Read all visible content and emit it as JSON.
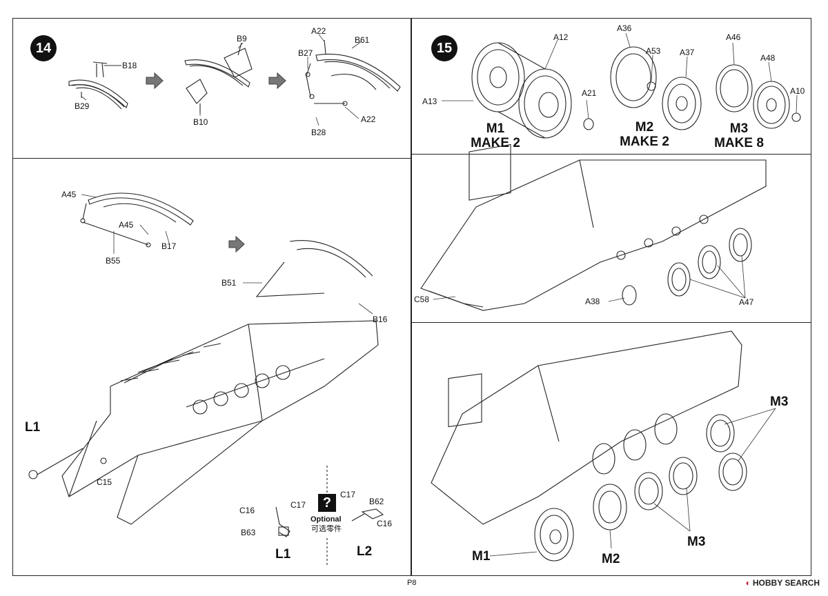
{
  "step14": {
    "number": "14",
    "labels": {
      "b18": "B18",
      "b29": "B29",
      "b9": "B9",
      "b10": "B10",
      "a22_top": "A22",
      "b61": "B61",
      "b27": "B27",
      "b28": "B28",
      "a22_bottom": "A22"
    }
  },
  "step15": {
    "number": "15",
    "labels": {
      "a12": "A12",
      "a13": "A13",
      "a21": "A21",
      "a36": "A36",
      "a53": "A53",
      "a37": "A37",
      "a46": "A46",
      "a48": "A48",
      "a10": "A10"
    },
    "makes": [
      {
        "id": "M1",
        "qty": "MAKE 2"
      },
      {
        "id": "M2",
        "qty": "MAKE 2"
      },
      {
        "id": "M3",
        "qty": "MAKE 8"
      }
    ]
  },
  "hull_panel": {
    "labels": {
      "a45_top": "A45",
      "a45_mid": "A45",
      "b17": "B17",
      "b55": "B55",
      "b51": "B51",
      "b16": "B16",
      "l1": "L1",
      "c15": "C15"
    },
    "optional": {
      "icon": "?",
      "title": "Optional",
      "subtitle": "可选零件",
      "l1_labels": {
        "c16": "C16",
        "c17": "C17",
        "b63": "B63"
      },
      "l1_title": "L1",
      "l2_labels": {
        "c17": "C17",
        "b62": "B62",
        "c16": "C16"
      },
      "l2_title": "L2"
    }
  },
  "wheel_install_panel": {
    "labels": {
      "c58": "C58",
      "a38": "A38",
      "a47": "A47"
    }
  },
  "final_panel": {
    "labels": {
      "m3_top": "M3",
      "m3_bottom": "M3",
      "m1": "M1",
      "m2": "M2"
    }
  },
  "footer": {
    "page": "P8",
    "brand": "HOBBY SEARCH"
  }
}
